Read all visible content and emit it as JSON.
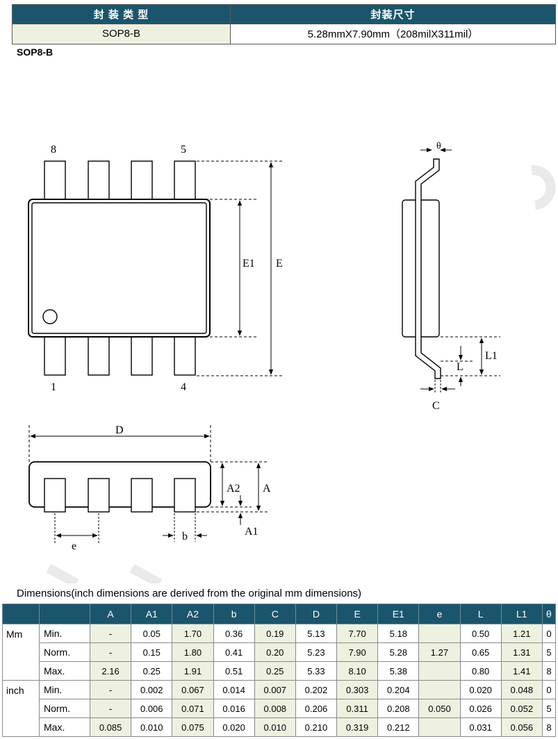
{
  "header": {
    "col1": "封 装 类 型",
    "col2": "封装尺寸",
    "package_type": "SOP8-B",
    "package_size": "5.28mmX7.90mm（208milX311mil）"
  },
  "package_label": "SOP8-B",
  "drawing": {
    "pin_top_left": "8",
    "pin_top_right": "5",
    "pin_bottom_left": "1",
    "pin_bottom_right": "4",
    "lbl_E1": "E1",
    "lbl_E": "E",
    "lbl_theta": "θ",
    "lbl_L1": "L1",
    "lbl_L": "L",
    "lbl_C": "C",
    "lbl_D": "D",
    "lbl_A2": "A2",
    "lbl_A": "A",
    "lbl_A1": "A1",
    "lbl_e": "e",
    "lbl_b": "b"
  },
  "dims": {
    "caption": "Dimensions(inch dimensions are derived from the original mm dimensions)",
    "headers": [
      "A",
      "A1",
      "A2",
      "b",
      "C",
      "D",
      "E",
      "E1",
      "e",
      "L",
      "L1",
      "θ"
    ],
    "unit_mm": "Mm",
    "unit_inch": "inch",
    "rows": [
      {
        "label": "Min.",
        "vals": [
          "-",
          "0.05",
          "1.70",
          "0.36",
          "0.19",
          "5.13",
          "7.70",
          "5.18",
          "",
          "0.50",
          "1.21",
          "0"
        ]
      },
      {
        "label": "Norm.",
        "vals": [
          "-",
          "0.15",
          "1.80",
          "0.41",
          "0.20",
          "5.23",
          "7.90",
          "5.28",
          "1.27",
          "0.65",
          "1.31",
          "5"
        ]
      },
      {
        "label": "Max.",
        "vals": [
          "2.16",
          "0.25",
          "1.91",
          "0.51",
          "0.25",
          "5.33",
          "8.10",
          "5.38",
          "",
          "0.80",
          "1.41",
          "8"
        ]
      },
      {
        "label": "Min.",
        "vals": [
          "-",
          "0.002",
          "0.067",
          "0.014",
          "0.007",
          "0.202",
          "0.303",
          "0.204",
          "",
          "0.020",
          "0.048",
          "0"
        ]
      },
      {
        "label": "Norm.",
        "vals": [
          "-",
          "0.006",
          "0.071",
          "0.016",
          "0.008",
          "0.206",
          "0.311",
          "0.208",
          "0.050",
          "0.026",
          "0.052",
          "5"
        ]
      },
      {
        "label": "Max.",
        "vals": [
          "0.085",
          "0.010",
          "0.075",
          "0.020",
          "0.010",
          "0.210",
          "0.319",
          "0.212",
          "",
          "0.031",
          "0.056",
          "8"
        ]
      }
    ]
  }
}
